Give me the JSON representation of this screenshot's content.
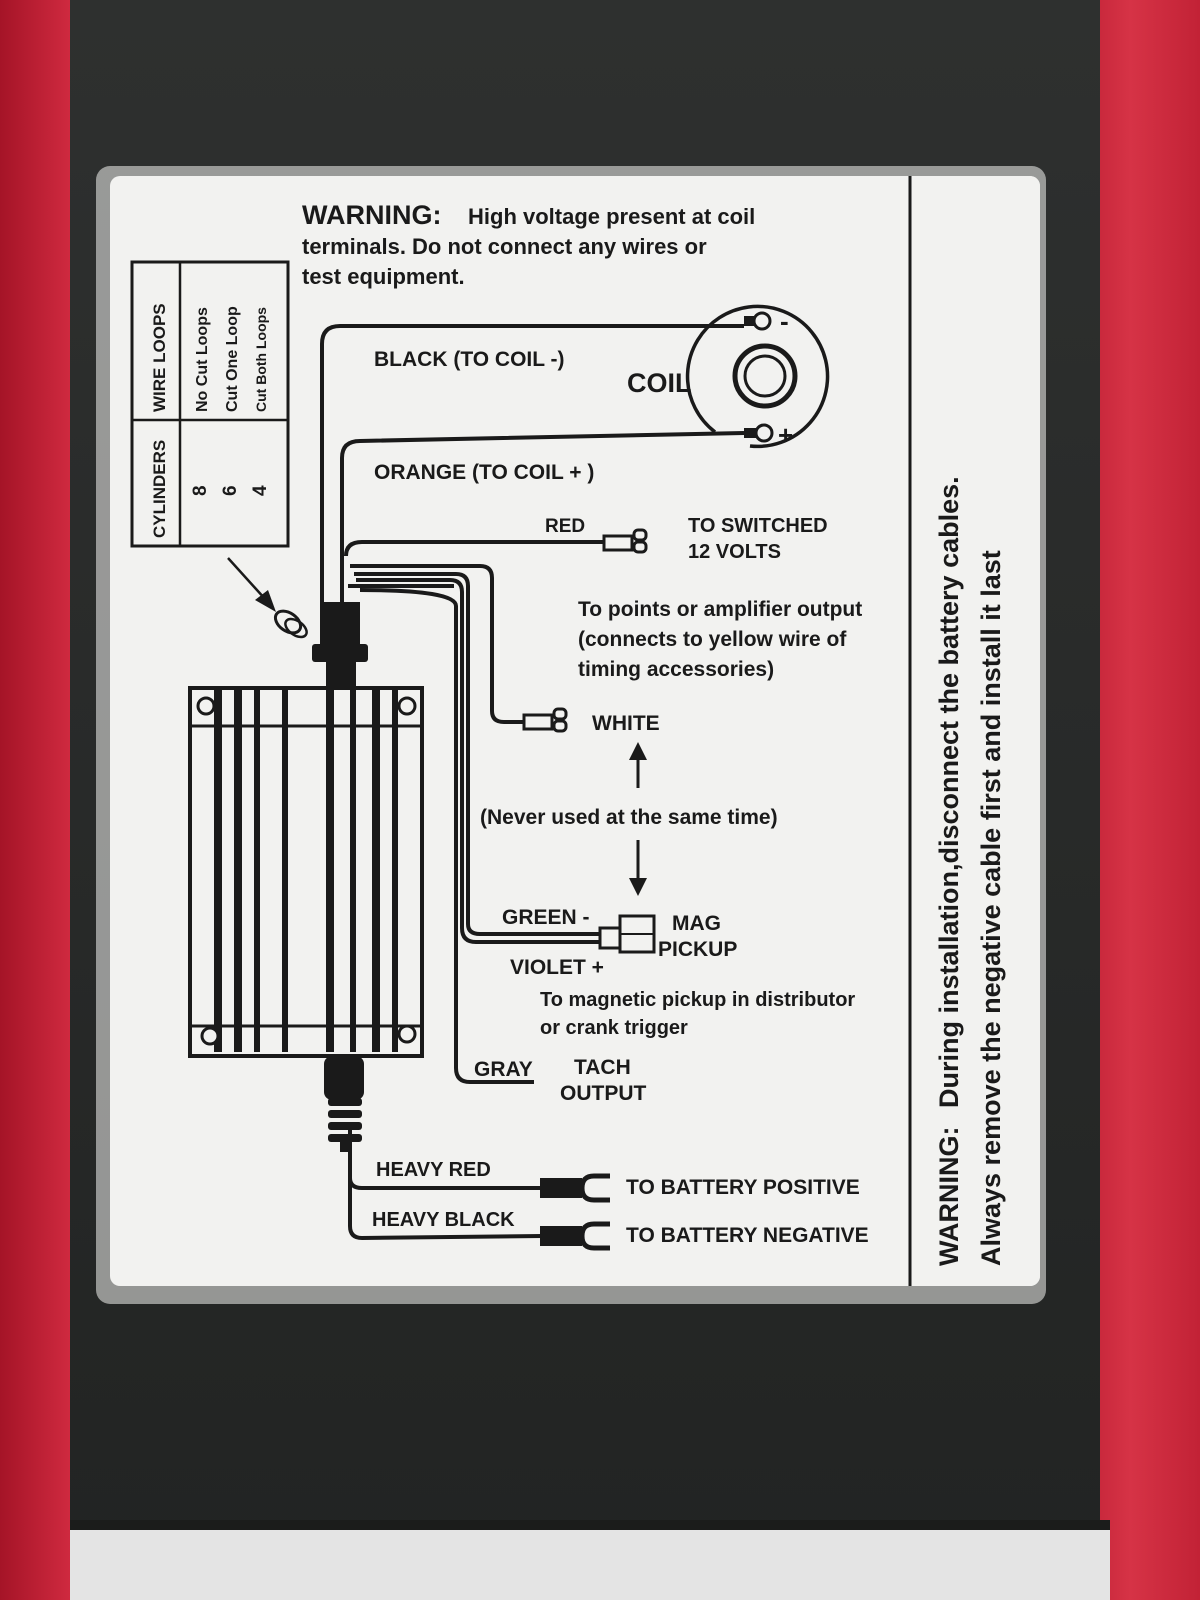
{
  "warning_top": {
    "lead": "WARNING:",
    "line1": "High voltage present at coil",
    "line2": "terminals. Do not connect any wires or",
    "line3": "test equipment."
  },
  "cylinder_table": {
    "headers": [
      "CYLINDERS",
      "WIRE LOOPS"
    ],
    "rows": [
      {
        "cylinders": "8",
        "loops": "No Cut Loops"
      },
      {
        "cylinders": "6",
        "loops": "Cut One Loop"
      },
      {
        "cylinders": "4",
        "loops": "Cut Both Loops"
      }
    ]
  },
  "coil": {
    "label": "COIL",
    "minus": "-",
    "plus": "+"
  },
  "wires": {
    "black": "BLACK (TO COIL -)",
    "orange": "ORANGE (TO COIL + )",
    "red": "RED",
    "red_dest_1": "TO SWITCHED",
    "red_dest_2": "12 VOLTS",
    "points_1": "To points or amplifier output",
    "points_2": "(connects to yellow wire of",
    "points_3": "timing accessories)",
    "white": "WHITE",
    "never": "(Never used at the same time)",
    "green": "GREEN -",
    "violet": "VIOLET +",
    "mag_1": "MAG",
    "mag_2": "PICKUP",
    "magnetic_1": "To magnetic pickup in distributor",
    "magnetic_2": "or crank trigger",
    "gray": "GRAY",
    "tach_1": "TACH",
    "tach_2": "OUTPUT",
    "heavy_red": "HEAVY RED",
    "heavy_black": "HEAVY BLACK",
    "battery_pos": "TO BATTERY POSITIVE",
    "battery_neg": "TO BATTERY NEGATIVE"
  },
  "warning_side": {
    "lead": "WARNING:",
    "line1_rest": "During installation,disconnect the battery cables.",
    "line2": "Always remove the negative cable first and install it last"
  }
}
